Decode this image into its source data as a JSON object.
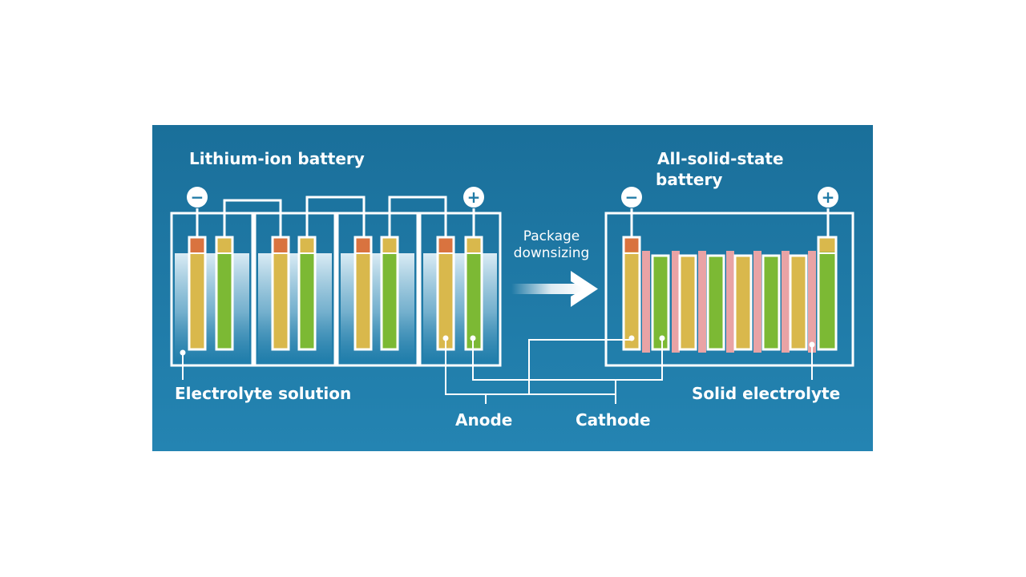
{
  "lithium_ion": {
    "title": "Lithium-ion battery",
    "negative_sign": "−",
    "positive_sign": "+",
    "electrolyte_label": "Electrolyte solution"
  },
  "arrow": {
    "line1": "Package",
    "line2": "downsizing"
  },
  "solid_state": {
    "title_line1": "All-solid-state",
    "title_line2": "battery",
    "negative_sign": "−",
    "positive_sign": "+",
    "electrolyte_label": "Solid electrolyte"
  },
  "legend": {
    "anode": "Anode",
    "cathode": "Cathode"
  },
  "colors": {
    "background": "#1f7aa6",
    "anode": "#d9b84c",
    "cathode": "#7cb934",
    "terminal": "#d9733f",
    "solid_electrolyte": "#e9a3a5",
    "electrolyte_liquid": "#cfe6f2",
    "outline": "#ffffff"
  }
}
